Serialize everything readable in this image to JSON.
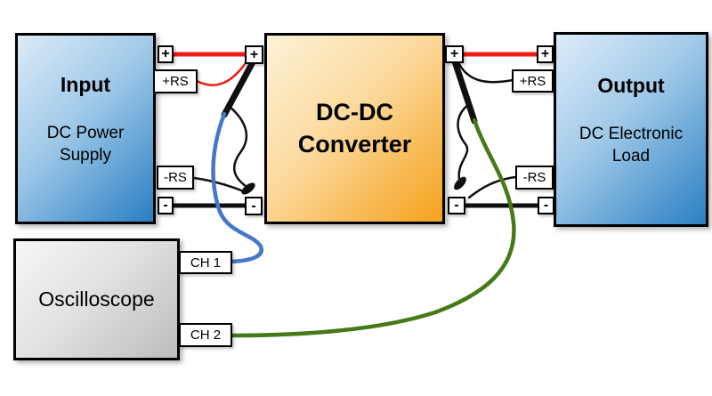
{
  "diagram": {
    "blocks": {
      "input": {
        "title": "Input",
        "subtitle": "DC Power Supply"
      },
      "converter": {
        "title": "DC-DC Converter"
      },
      "output": {
        "title": "Output",
        "subtitle": "DC Electronic Load"
      },
      "oscilloscope": {
        "title": "Oscilloscope"
      }
    },
    "terminals": {
      "input_plus": "+",
      "input_plus_rs": "+RS",
      "input_minus_rs": "-RS",
      "input_minus": "-",
      "converter_input_plus": "+",
      "converter_input_minus": "-",
      "converter_output_plus": "+",
      "converter_output_minus": "-",
      "output_plus": "+",
      "output_plus_rs": "+RS",
      "output_minus_rs": "-RS",
      "output_minus": "-",
      "ch1": "CH 1",
      "ch2": "CH 2"
    },
    "colors": {
      "positive_wire": "#ed1c16",
      "negative_wire": "#0f0f0f",
      "ch1_cable": "#4677c8",
      "ch2_cable": "#447a18",
      "input_output_box_light": "#dcebf8",
      "input_output_box_dark": "#2a7fc2",
      "converter_box_light": "#fdf2d9",
      "converter_box_dark": "#f5a11b",
      "oscilloscope_box_light": "#f6f6f6",
      "oscilloscope_box_dark": "#bcbcbc"
    }
  }
}
